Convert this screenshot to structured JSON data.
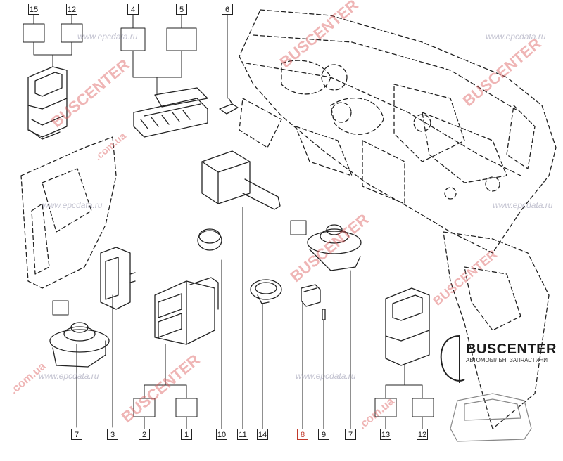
{
  "callouts": [
    {
      "id": "c15",
      "label": "15",
      "red": false
    },
    {
      "id": "c12a",
      "label": "12",
      "red": false
    },
    {
      "id": "c4",
      "label": "4",
      "red": false
    },
    {
      "id": "c5",
      "label": "5",
      "red": false
    },
    {
      "id": "c6",
      "label": "6",
      "red": false
    },
    {
      "id": "c7a",
      "label": "7",
      "red": false
    },
    {
      "id": "c3",
      "label": "3",
      "red": false
    },
    {
      "id": "c2",
      "label": "2",
      "red": false
    },
    {
      "id": "c1",
      "label": "1",
      "red": false
    },
    {
      "id": "c10",
      "label": "10",
      "red": false
    },
    {
      "id": "c11",
      "label": "11",
      "red": false
    },
    {
      "id": "c14",
      "label": "14",
      "red": false
    },
    {
      "id": "c8",
      "label": "8",
      "red": true
    },
    {
      "id": "c9",
      "label": "9",
      "red": false
    },
    {
      "id": "c7b",
      "label": "7",
      "red": false
    },
    {
      "id": "c13",
      "label": "13",
      "red": false
    },
    {
      "id": "c12b",
      "label": "12",
      "red": false
    }
  ],
  "watermarks": {
    "buscenter": "BUSCENTER",
    "buscenter_domain": "BUSCENTER.com.ua",
    "com_ua": ".com.ua",
    "epcdata": "www.epcdata.ru"
  },
  "logo": {
    "title": "BUSCENTER",
    "subtitle": "АВТОМОБІЛЬНІ ЗАПЧАСТИНИ"
  },
  "colors": {
    "line": "#222222",
    "watermark_red": "#dc5a5a",
    "callout_red": "#c0392b"
  }
}
